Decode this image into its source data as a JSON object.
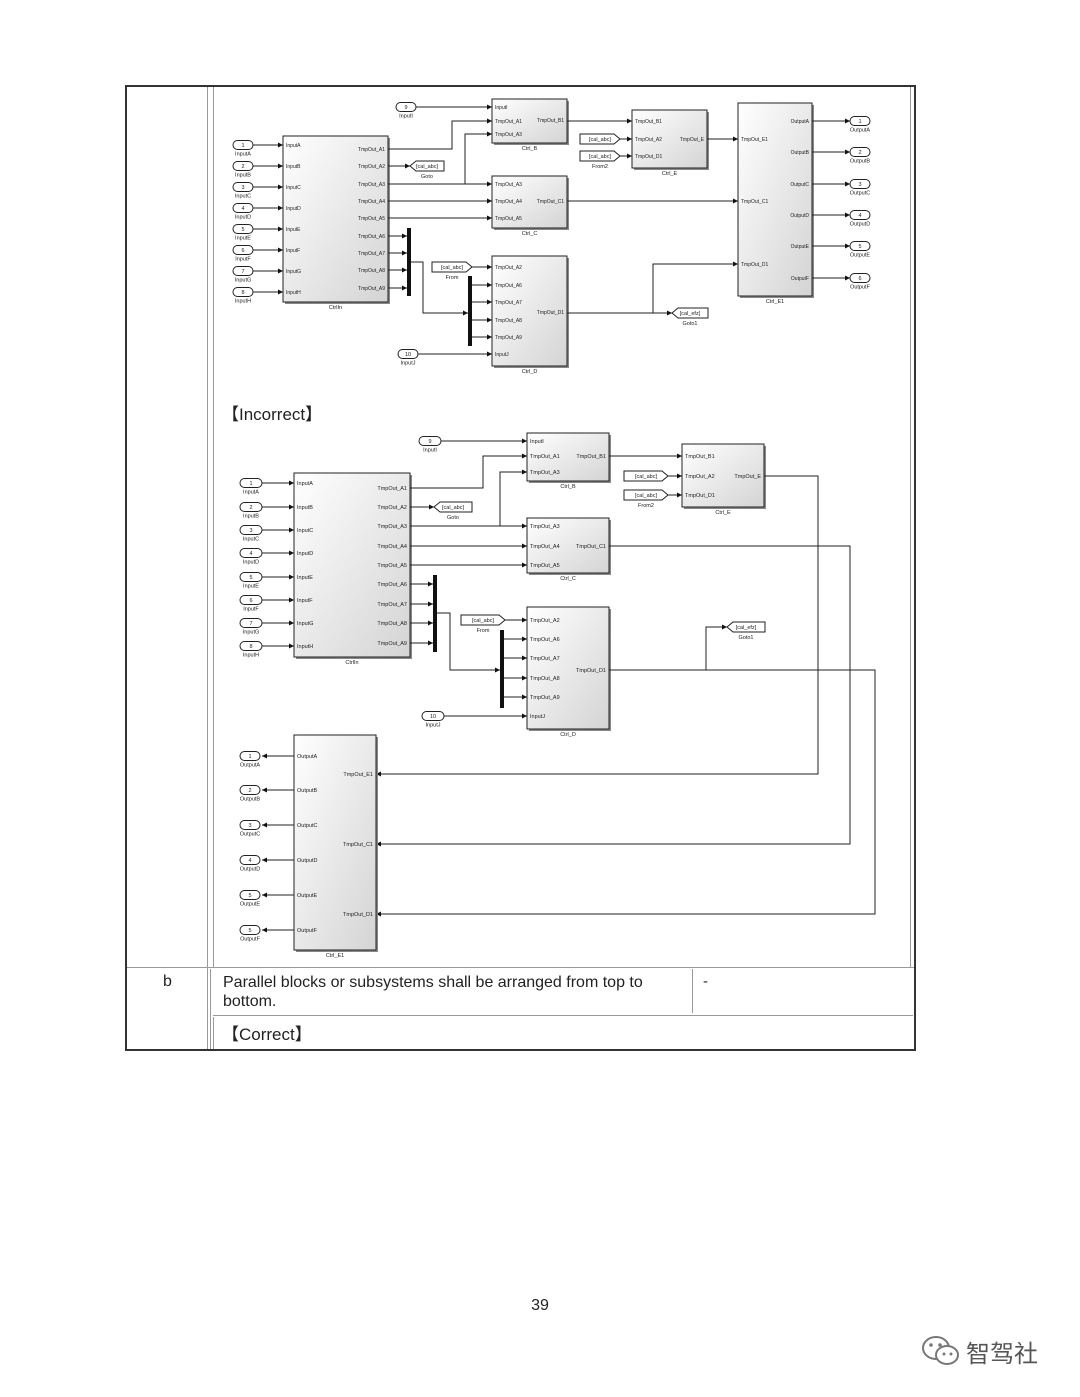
{
  "correct_diagram": {
    "inports": [
      {
        "num": "1",
        "name": "InputA"
      },
      {
        "num": "2",
        "name": "InputB"
      },
      {
        "num": "3",
        "name": "InputC"
      },
      {
        "num": "4",
        "name": "InputD"
      },
      {
        "num": "5",
        "name": "InputE"
      },
      {
        "num": "6",
        "name": "InputF"
      },
      {
        "num": "7",
        "name": "InputG"
      },
      {
        "num": "8",
        "name": "InputH"
      }
    ],
    "inport_i": {
      "num": "9",
      "name": "InputI"
    },
    "inport_j": {
      "num": "10",
      "name": "InputJ"
    },
    "ctrl_in": {
      "name": "CtrlIn",
      "inputs": [
        "InputA",
        "InputB",
        "InputC",
        "InputD",
        "InputE",
        "InputF",
        "InputG",
        "InputH"
      ],
      "outputs": [
        "TmpOut_A1",
        "TmpOut_A2",
        "TmpOut_A3",
        "TmpOut_A4",
        "TmpOut_A5",
        "TmpOut_A6",
        "TmpOut_A7",
        "TmpOut_A8",
        "TmpOut_A9"
      ]
    },
    "ctrl_b": {
      "name": "Ctrl_B",
      "inputs": [
        "InputI",
        "TmpOut_A1",
        "TmpOut_A3"
      ],
      "output": "TmpOut_B1"
    },
    "ctrl_c": {
      "name": "Ctrl_C",
      "inputs": [
        "TmpOut_A3",
        "TmpOut_A4",
        "TmpOut_A5"
      ],
      "output": "TmpOut_C1"
    },
    "ctrl_d": {
      "name": "Ctrl_D",
      "inputs": [
        "TmpOut_A2",
        "TmpOut_A6",
        "TmpOut_A7",
        "TmpOut_A8",
        "TmpOut_A9",
        "InputJ"
      ],
      "output": "TmpOut_D1"
    },
    "ctrl_e": {
      "name": "Ctrl_E",
      "inputs": [
        "TmpOut_B1",
        "TmpOut_A2",
        "TmpOut_D1"
      ],
      "output": "TmpOut_E"
    },
    "ctrl_e1": {
      "name": "Ctrl_E1",
      "inputs": [
        "TmpOut_E1",
        "TmpOut_C1",
        "TmpOut_D1"
      ],
      "outputs": [
        "OutputA",
        "OutputB",
        "OutputC",
        "OutputD",
        "OutputE",
        "OutputF"
      ]
    },
    "outports": [
      {
        "num": "1",
        "name": "OutputA"
      },
      {
        "num": "2",
        "name": "OutputB"
      },
      {
        "num": "3",
        "name": "OutputC"
      },
      {
        "num": "4",
        "name": "OutputD"
      },
      {
        "num": "5",
        "name": "OutputE"
      },
      {
        "num": "6",
        "name": "OutputF"
      }
    ],
    "goto": {
      "tag": "[cal_abc]",
      "name": "Goto"
    },
    "goto1": {
      "tag": "[cal_efz]",
      "name": "Goto1"
    },
    "from": {
      "tag": "[cal_abc]",
      "name": "From"
    },
    "from2_a": {
      "tag": "[cal_abc]"
    },
    "from2_b": {
      "tag": "[cal_abc]",
      "name": "From2"
    }
  },
  "incorrect_label": "【Incorrect】",
  "incorrect_diagram": {
    "inports": [
      {
        "num": "1",
        "name": "InputA"
      },
      {
        "num": "2",
        "name": "InputB"
      },
      {
        "num": "3",
        "name": "InputC"
      },
      {
        "num": "4",
        "name": "InputD"
      },
      {
        "num": "5",
        "name": "InputE"
      },
      {
        "num": "6",
        "name": "InputF"
      },
      {
        "num": "7",
        "name": "InputG"
      },
      {
        "num": "8",
        "name": "InputH"
      }
    ],
    "inport_i": {
      "num": "9",
      "name": "InputI"
    },
    "inport_j": {
      "num": "10",
      "name": "InputJ"
    },
    "ctrl_in": {
      "name": "CtrlIn",
      "inputs": [
        "InputA",
        "InputB",
        "InputC",
        "InputD",
        "InputE",
        "InputF",
        "InputG",
        "InputH"
      ],
      "outputs": [
        "TmpOut_A1",
        "TmpOut_A2",
        "TmpOut_A3",
        "TmpOut_A4",
        "TmpOut_A5",
        "TmpOut_A6",
        "TmpOut_A7",
        "TmpOut_A8",
        "TmpOut_A9"
      ]
    },
    "ctrl_b": {
      "name": "Ctrl_B",
      "inputs": [
        "InputI",
        "TmpOut_A1",
        "TmpOut_A3"
      ],
      "output": "TmpOut_B1"
    },
    "ctrl_c": {
      "name": "Ctrl_C",
      "inputs": [
        "TmpOut_A3",
        "TmpOut_A4",
        "TmpOut_A5"
      ],
      "output": "TmpOut_C1"
    },
    "ctrl_d": {
      "name": "Ctrl_D",
      "inputs": [
        "TmpOut_A2",
        "TmpOut_A6",
        "TmpOut_A7",
        "TmpOut_A8",
        "TmpOut_A9",
        "InputJ"
      ],
      "output": "TmpOut_D1"
    },
    "ctrl_e": {
      "name": "Ctrl_E",
      "inputs": [
        "TmpOut_B1",
        "TmpOut_A2",
        "TmpOut_D1"
      ],
      "output": "TmpOut_E"
    },
    "ctrl_e1": {
      "name": "Ctrl_E1",
      "inputs": [
        "TmpOut_E1",
        "TmpOut_C1",
        "TmpOut_D1"
      ],
      "outputs": [
        "OutputA",
        "OutputB",
        "OutputC",
        "OutputD",
        "OutputE",
        "OutputF"
      ]
    },
    "outports": [
      {
        "num": "1",
        "name": "OutputA"
      },
      {
        "num": "2",
        "name": "OutputB"
      },
      {
        "num": "3",
        "name": "OutputC"
      },
      {
        "num": "4",
        "name": "OutputD"
      },
      {
        "num": "5",
        "name": "OutputE"
      },
      {
        "num": "5",
        "name": "OutputF"
      }
    ],
    "goto": {
      "tag": "[cal_abc]",
      "name": "Goto"
    },
    "goto1": {
      "tag": "[cal_efz]",
      "name": "Goto1"
    },
    "from": {
      "tag": "[cal_abc]",
      "name": "From"
    },
    "from2_a": {
      "tag": "[cal_abc]"
    },
    "from2_b": {
      "tag": "[cal_abc]",
      "name": "From2"
    }
  },
  "row_b": {
    "letter": "b",
    "rule": "Parallel blocks or subsystems shall be arranged from top to bottom.",
    "remark": "-",
    "correct_label": "【Correct】"
  },
  "page_number": "39",
  "watermark": "智驾社"
}
